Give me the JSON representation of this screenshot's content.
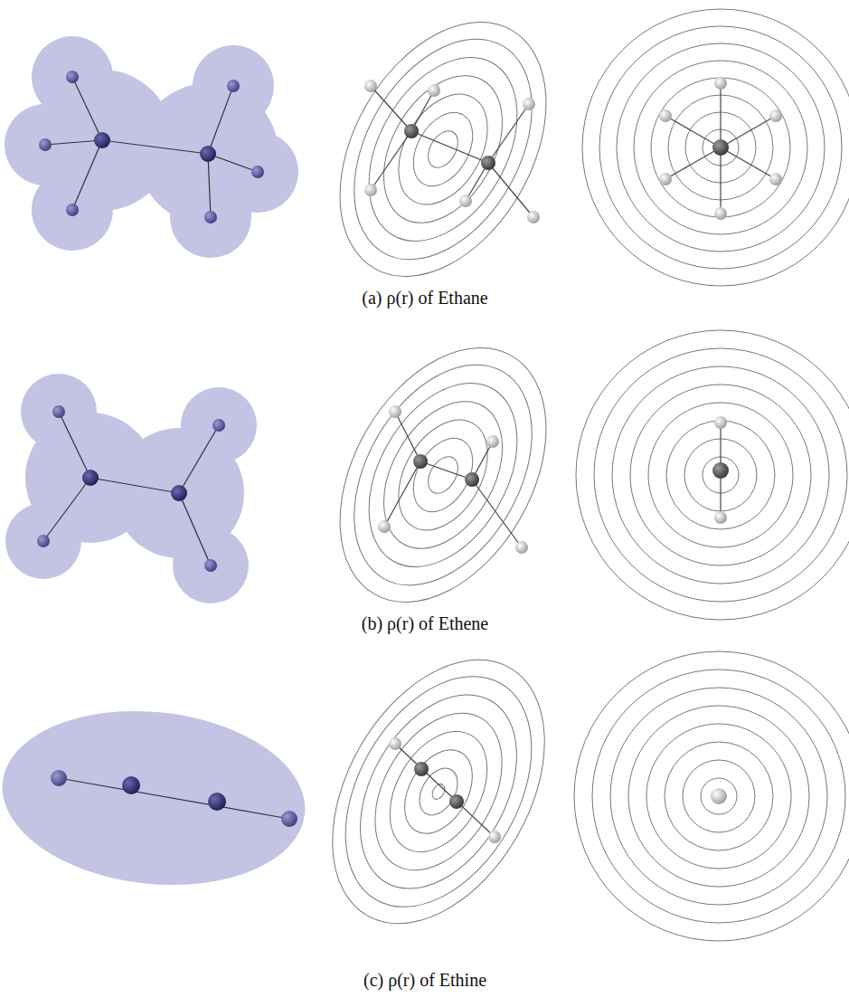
{
  "diagram": {
    "labels": [
      "(a) ρ(r) of Ethane",
      "(b) ρ(r) of Ethene",
      "(c) ρ(r) of Ethine"
    ]
  }
}
